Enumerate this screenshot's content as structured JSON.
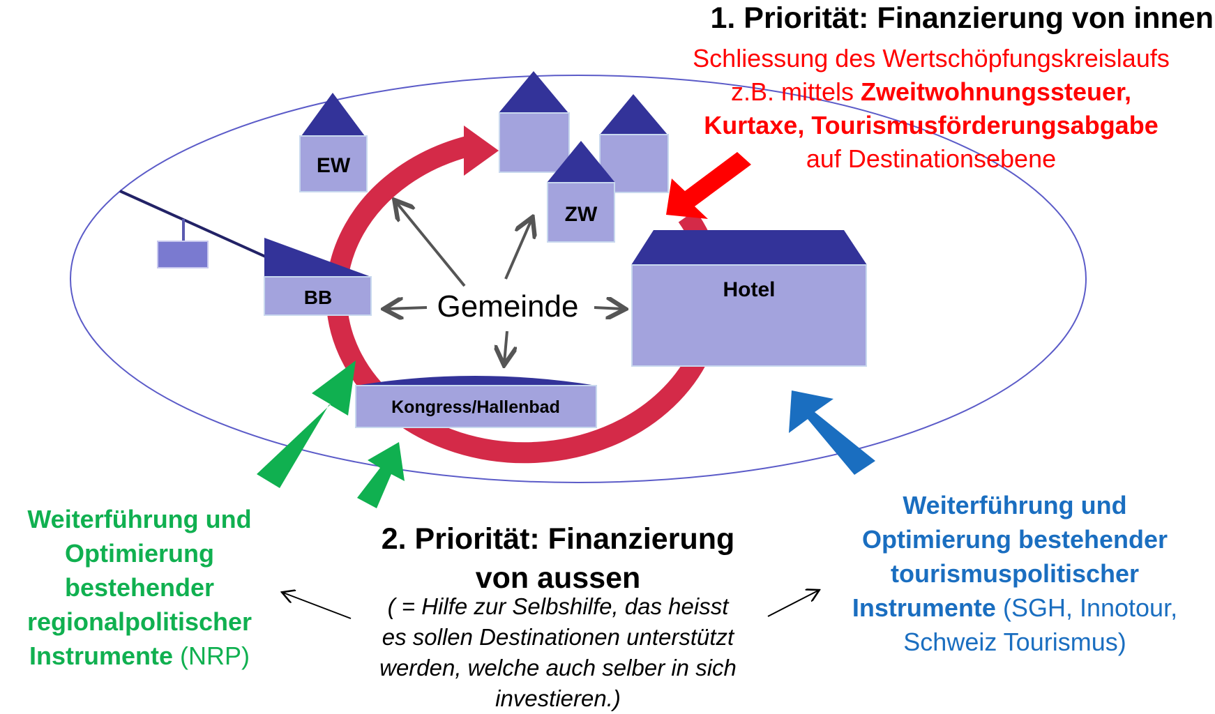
{
  "labels": {
    "ew": "EW",
    "zw": "ZW",
    "bb": "BB",
    "hotel": "Hotel",
    "kongress": "Kongress/Hallenbad",
    "gemeinde": "Gemeinde"
  },
  "priority1": {
    "title": "1. Priorität: Finanzierung von innen",
    "line1": "Schliessung des Wertschöpfungskreislaufs",
    "line2_prefix": "z.B. mittels ",
    "line2_bold": "Zweitwohnungssteuer,",
    "line3_bold": "Kurtaxe, Tourismusförderungsabgabe",
    "line4": "auf Destinationsebene"
  },
  "priority2": {
    "title_line1": "2. Priorität: Finanzierung",
    "title_line2": "von aussen",
    "note_line1": "( = Hilfe zur Selbshilfe, das heisst",
    "note_line2": "es sollen Destinationen unterstützt",
    "note_line3": "werden, welche auch selber in sich",
    "note_line4": "investieren.)"
  },
  "left_block": {
    "line1": "Weiterführung und",
    "line2": "Optimierung",
    "line3": "bestehender",
    "line4": "regionalpolitischer",
    "line5_bold": "Instrumente",
    "line5_normal": " (NRP)"
  },
  "right_block": {
    "line1": "Weiterführung und",
    "line2": "Optimierung bestehender",
    "line3": "tourismuspolitischer",
    "line4_bold": "Instrumente",
    "line4_normal": " (SGH, Innotour,",
    "line5": "Schweiz Tourismus)"
  },
  "colors": {
    "box_fill": "#a3a3dd",
    "roof": "#333399",
    "cycle_arrow": "#d42a48",
    "red_arrow": "#ff0000",
    "green": "#10b050",
    "blue": "#1a6ec0",
    "ellipse": "#5b5bc8"
  }
}
